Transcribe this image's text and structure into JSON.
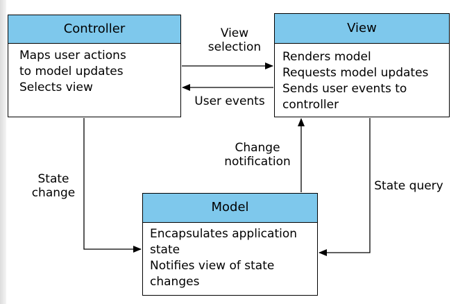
{
  "boxes": {
    "controller": {
      "title": "Controller",
      "lines": [
        "Maps user actions",
        "to model updates",
        "Selects view"
      ]
    },
    "view": {
      "title": "View",
      "lines": [
        "Renders model",
        "Requests model updates",
        "Sends user events to",
        "controller"
      ]
    },
    "model": {
      "title": "Model",
      "lines": [
        "Encapsulates application",
        "state",
        "Notifies view of state",
        "changes"
      ]
    }
  },
  "edges": {
    "view_selection": [
      "View",
      "selection"
    ],
    "user_events": "User events",
    "change_notification": [
      "Change",
      "notification"
    ],
    "state_change": [
      "State",
      "change"
    ],
    "state_query": "State query"
  },
  "colors": {
    "header_fill": "#7ec8ec",
    "stroke": "#000000",
    "background": "#ffffff"
  }
}
